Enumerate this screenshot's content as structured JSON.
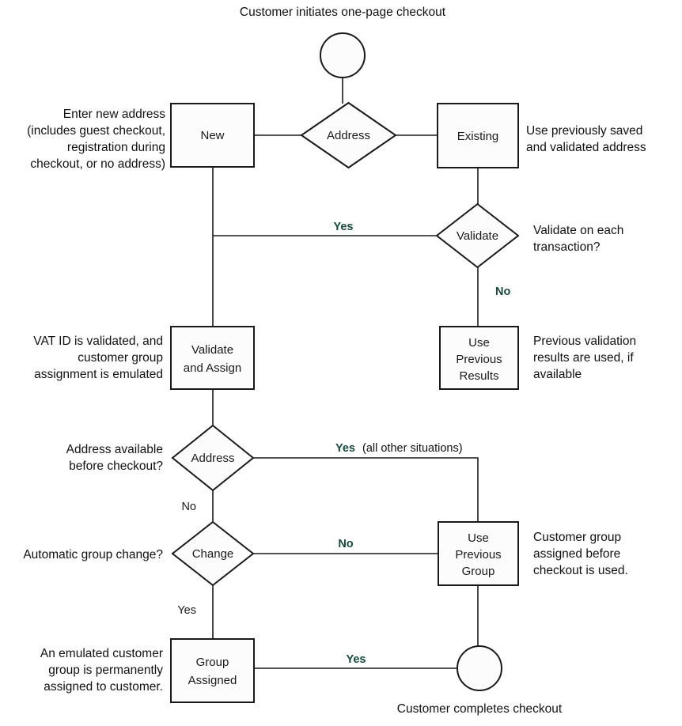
{
  "diagram": {
    "title_top": "Customer initiates one-page checkout",
    "title_bottom": "Customer completes checkout",
    "accent_color": "#16493b",
    "line_color": "#1a1a1a",
    "shape_fill": "#fcfcfc",
    "nodes": {
      "start": {
        "label": "",
        "shape": "circle"
      },
      "address_top": {
        "label": "Address",
        "shape": "diamond"
      },
      "new": {
        "label": "New",
        "shape": "box"
      },
      "existing": {
        "label": "Existing",
        "shape": "box"
      },
      "validate": {
        "label": "Validate",
        "shape": "diamond"
      },
      "validate_assign": {
        "line1": "Validate",
        "line2": "and Assign",
        "shape": "box"
      },
      "use_previous_results": {
        "line1": "Use",
        "line2": "Previous",
        "line3": "Results",
        "shape": "box"
      },
      "address_bottom": {
        "label": "Address",
        "shape": "diamond"
      },
      "change": {
        "label": "Change",
        "shape": "diamond"
      },
      "use_previous_group": {
        "line1": "Use",
        "line2": "Previous",
        "line3": "Group",
        "shape": "box"
      },
      "group_assigned": {
        "line1": "Group",
        "line2": "Assigned",
        "shape": "box"
      },
      "end": {
        "label": "",
        "shape": "circle"
      }
    },
    "annotations": {
      "new_left": {
        "line1": "Enter new address",
        "line2": "(includes guest checkout,",
        "line3": "registration during",
        "line4": "checkout, or no address)"
      },
      "existing_right": {
        "line1": "Use previously saved",
        "line2": "and validated address"
      },
      "validate_right": {
        "line1": "Validate on each",
        "line2": "transaction?"
      },
      "validate_assign_left": {
        "line1": "VAT ID is validated, and",
        "line2": "customer group",
        "line3": "assignment is emulated"
      },
      "use_previous_results_right": {
        "line1": "Previous validation",
        "line2": "results are used, if",
        "line3": "available"
      },
      "address_bottom_left": {
        "line1": "Address available",
        "line2": "before checkout?"
      },
      "change_left": {
        "line1": "Automatic group change?"
      },
      "use_previous_group_right": {
        "line1": "Customer group",
        "line2": "assigned before",
        "line3": "checkout is used."
      },
      "group_assigned_left": {
        "line1": "An emulated customer",
        "line2": "group is permanently",
        "line3": "assigned to customer."
      }
    },
    "edge_labels": {
      "validate_yes": "Yes",
      "validate_no": "No",
      "address_bottom_yes": "Yes",
      "address_bottom_yes_note": "(all other situations)",
      "address_bottom_no": "No",
      "change_no": "No",
      "change_yes": "Yes",
      "group_assigned_yes": "Yes"
    }
  }
}
